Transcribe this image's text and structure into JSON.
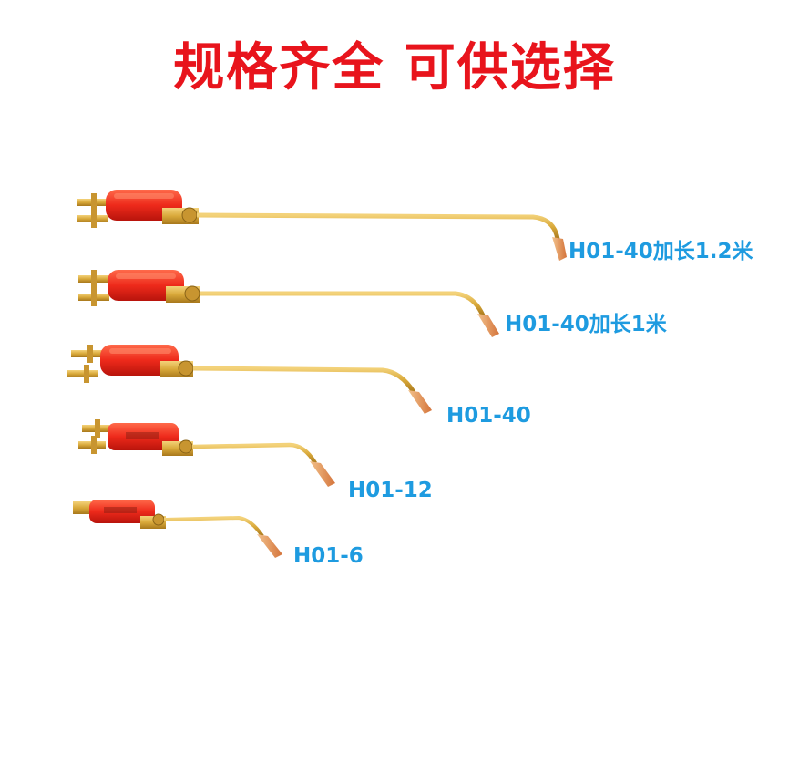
{
  "headline": "规格齐全 可供选择",
  "colors": {
    "headline": "#e8141c",
    "label": "#1e9be0",
    "handle": "#ee2a1b",
    "brass": "#d9a93a",
    "tip": "#e59a5e"
  },
  "torches": [
    {
      "model": "H01-40加长1.2米"
    },
    {
      "model": "H01-40加长1米"
    },
    {
      "model": "H01-40"
    },
    {
      "model": "H01-12"
    },
    {
      "model": "H01-6"
    }
  ]
}
